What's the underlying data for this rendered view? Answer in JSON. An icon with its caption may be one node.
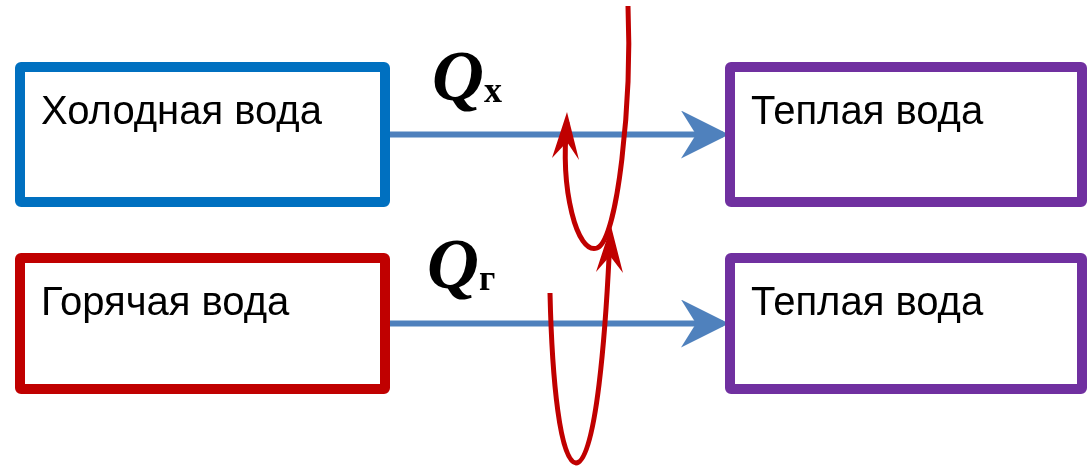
{
  "diagram": {
    "nodes": [
      {
        "text": [
          "Холодная вода"
        ]
      },
      {
        "text": [
          "Теплая вода"
        ]
      },
      {
        "text": [
          "Горячая вода"
        ]
      },
      {
        "text": [
          "Теплая вода"
        ]
      }
    ],
    "edges": [
      {
        "from": 0,
        "to": 1,
        "arrow": "to",
        "label": "*Q*$_{х}$"
      },
      {
        "from": 2,
        "to": 3,
        "arrow": "to",
        "label": "*Q*$_{г}$"
      }
    ]
  }
}
